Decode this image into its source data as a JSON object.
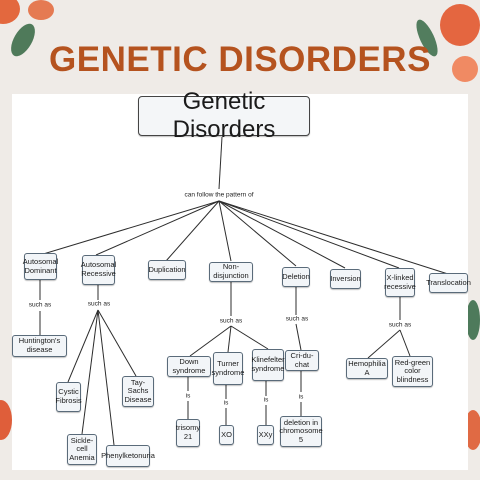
{
  "heading": "GENETIC DISORDERS",
  "colors": {
    "title": "#b5531f",
    "background": "#efebe7",
    "panel": "#ffffff"
  },
  "concept_map": {
    "root": "Genetic Disorders",
    "root_link": "can follow the pattern of",
    "nodes": {
      "autosomal_dominant": "Autosomal\nDominant",
      "autosomal_recessive": "Autosomal\nRecessive",
      "duplication": "Duplication",
      "non_disjunction": "Non-disjunction",
      "deletion": "Deletion",
      "inversion": "Inversion",
      "x_linked_recessive": "X-linked\nrecessive",
      "translocation": "Translocation",
      "huntingtons": "Huntington's disease",
      "cystic_fibrosis": "Cystic\nFibrosis",
      "sickle_cell": "Sickle-cell\nAnemia",
      "phenylketonuria": "Phenylketonuria",
      "tay_sachs": "Tay-Sachs\nDisease",
      "down_syndrome": "Down syndrome",
      "turner_syndrome": "Turner\nsyndrome",
      "klinefelter_syndrome": "Klinefelter\nsyndrome",
      "trisomy_21": "trisomy\n21",
      "xo": "XO",
      "xxy": "XXy",
      "cri_du_chat": "Cri-du-chat",
      "deletion_chr5": "deletion in\nchromosome 5",
      "hemophilia_a": "Hemophilia A",
      "red_green": "Red-green\ncolor blindness"
    },
    "link_labels": {
      "such_as": "such as",
      "is": "is"
    }
  }
}
